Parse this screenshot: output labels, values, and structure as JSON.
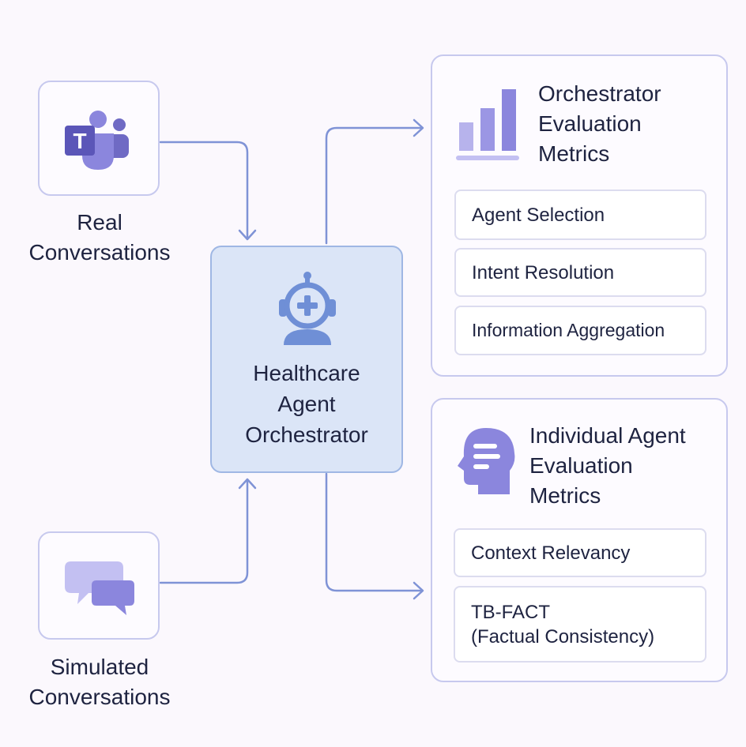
{
  "sources": {
    "real": {
      "label": "Real\nConversations",
      "icon": "teams-icon"
    },
    "simulated": {
      "label": "Simulated\nConversations",
      "icon": "chat-bubbles-icon"
    }
  },
  "center": {
    "title": "Healthcare\nAgent\nOrchestrator",
    "icon": "medical-robot-icon"
  },
  "orchestrator_panel": {
    "title": "Orchestrator\nEvaluation\nMetrics",
    "icon": "bar-chart-icon",
    "metrics": [
      "Agent Selection",
      "Intent Resolution",
      "Information Aggregation"
    ]
  },
  "agent_panel": {
    "title": "Individual Agent\nEvaluation\nMetrics",
    "icon": "head-profile-icon",
    "metrics": [
      "Context Relevancy",
      "TB-FACT\n(Factual Consistency)"
    ]
  },
  "colors": {
    "connector": "#7f93d6",
    "purple": "#8b86dd",
    "card_border": "#c7c9ee",
    "center_fill": "#dbe5f7"
  }
}
